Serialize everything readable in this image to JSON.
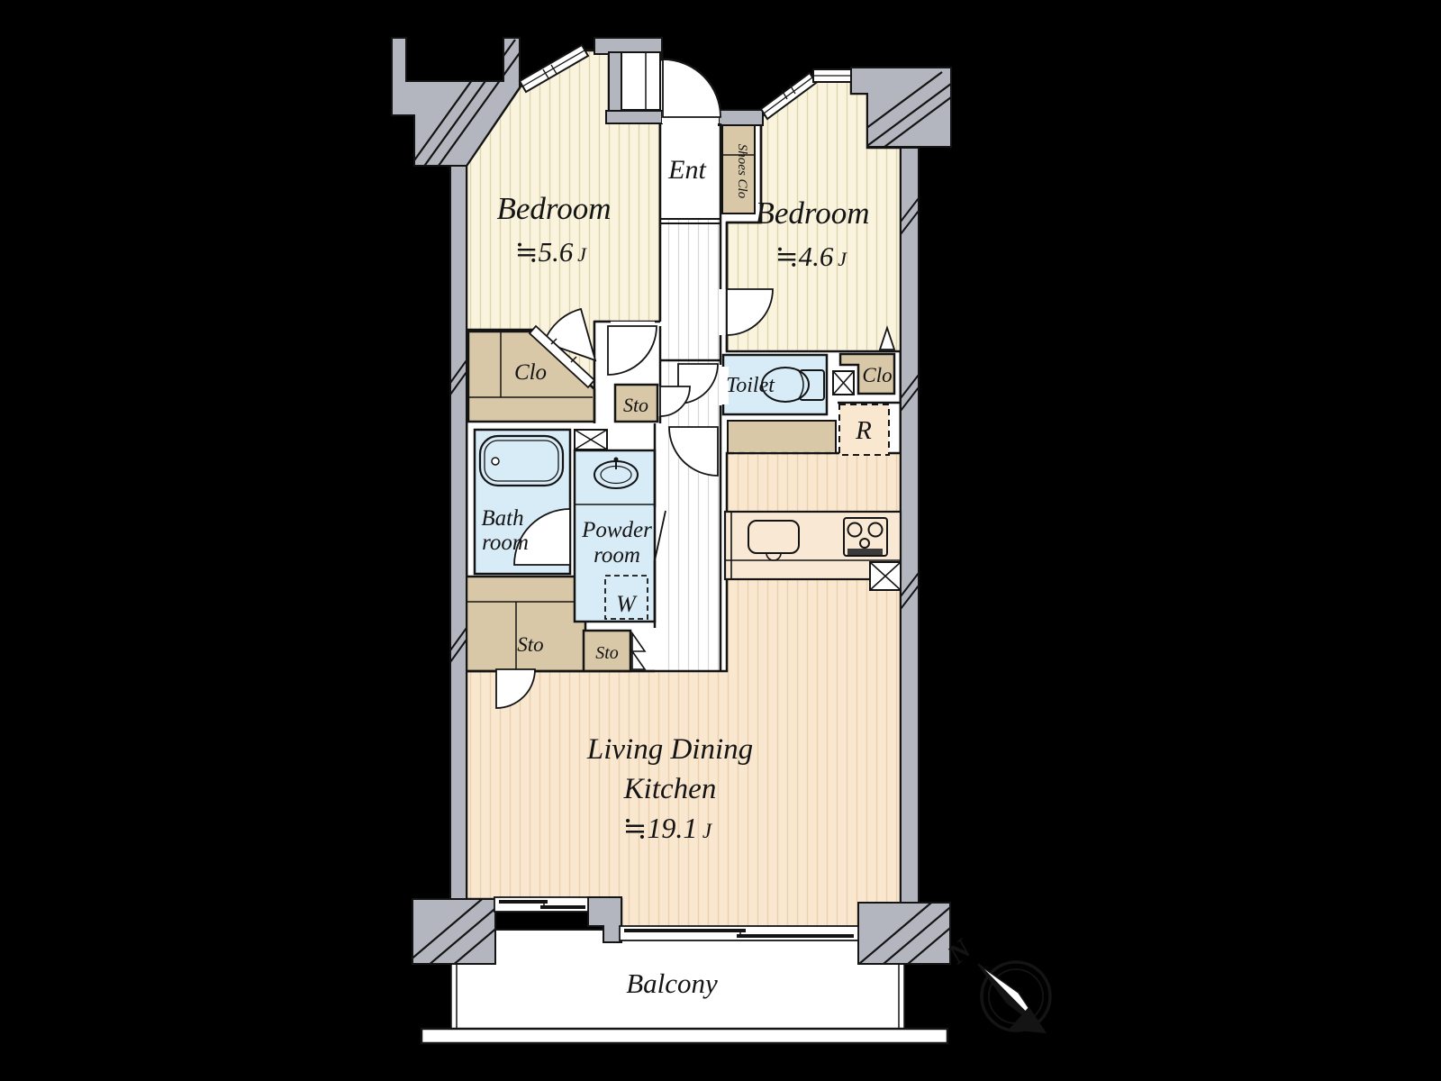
{
  "plan": {
    "rooms": {
      "bedroom1": {
        "name": "Bedroom",
        "area": "≒5.6",
        "unit": "J"
      },
      "bedroom2": {
        "name": "Bedroom",
        "area": "≒4.6",
        "unit": "J"
      },
      "ldk": {
        "line1": "Living Dining",
        "line2": "Kitchen",
        "area": "≒19.1",
        "unit": "J"
      },
      "entrance": {
        "label": "Ent"
      },
      "shoes_closet": {
        "label": "Shoes Clo"
      },
      "toilet": {
        "label": "Toilet"
      },
      "bathroom": {
        "line1": "Bath",
        "line2": "room"
      },
      "powder_room": {
        "line1": "Powder",
        "line2": "room"
      },
      "balcony": {
        "label": "Balcony"
      },
      "closet_left": {
        "label": "Clo"
      },
      "closet_right": {
        "label": "Clo"
      },
      "storage_hall": {
        "label": "Sto"
      },
      "storage_big": {
        "label": "Sto"
      },
      "storage_small": {
        "label": "Sto"
      },
      "washer": {
        "label": "W"
      },
      "refrigerator": {
        "label": "R"
      }
    },
    "compass": {
      "label": "N"
    },
    "colors": {
      "wall_gray": "#b3b6be",
      "bedroom_floor": "#faf4de",
      "ldk_floor": "#f9e7d0",
      "wet_area_blue": "#d8ecf8",
      "closet_tan": "#d8c8a8",
      "line_black": "#141414"
    }
  }
}
